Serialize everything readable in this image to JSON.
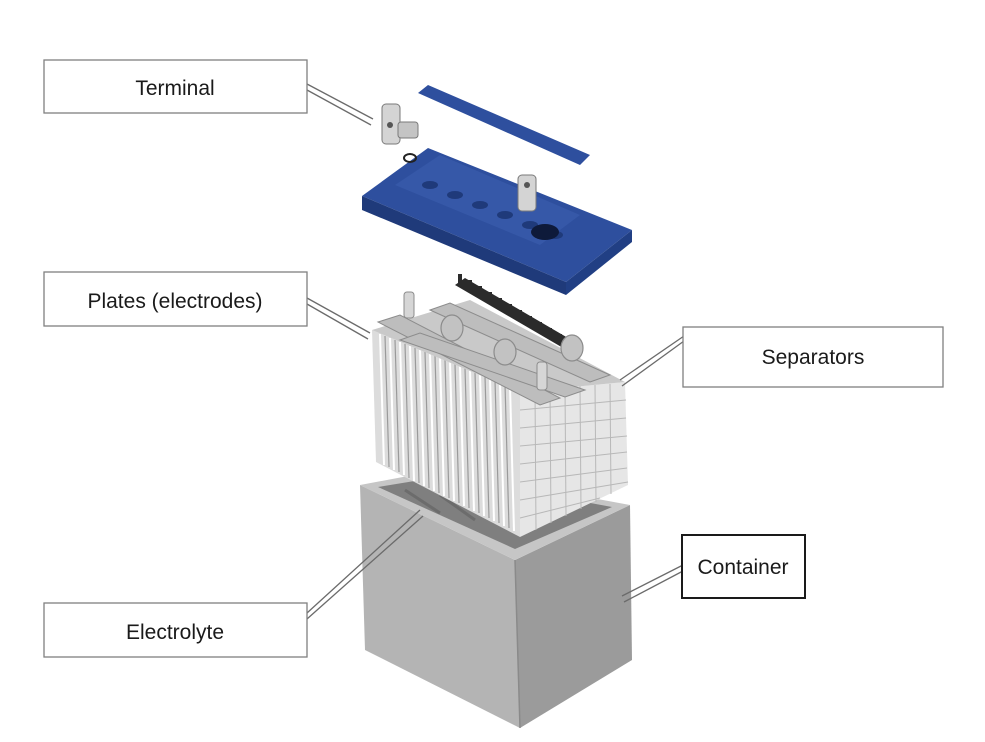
{
  "labels": {
    "terminal": "Terminal",
    "plates": "Plates (electrodes)",
    "separators": "Separators",
    "container": "Container",
    "electrolyte": "Electrolyte"
  },
  "colors": {
    "lid_blue": "#2e4f9e",
    "lid_blue_dark": "#1f3a7a",
    "plate_gray": "#d8d8d8",
    "container_gray": "#a9a9a9",
    "label_border": "#808080",
    "container_label_border": "#1a1a1a"
  }
}
